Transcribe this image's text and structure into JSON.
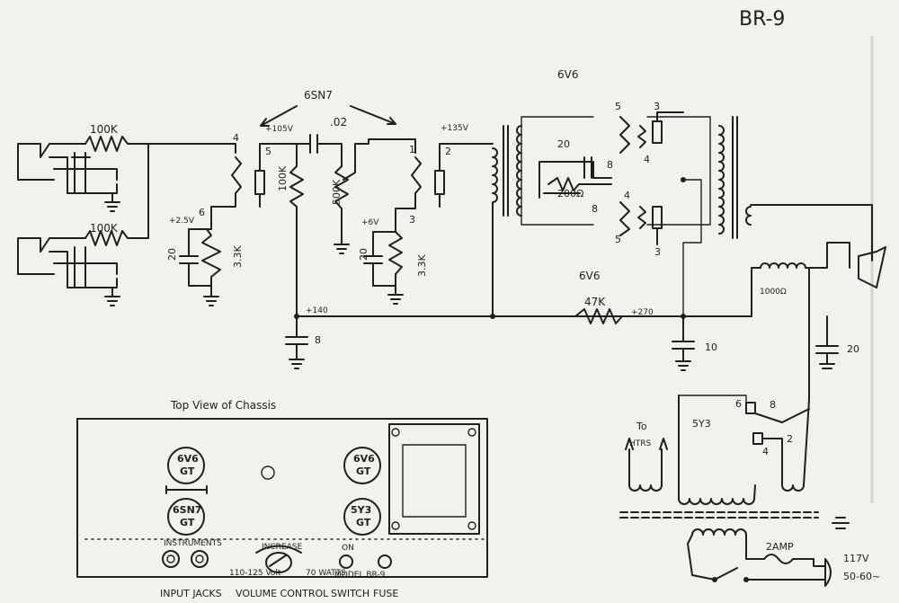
{
  "labels": {
    "title": "BR-9",
    "tube_6sn7": "6SN7",
    "tube_6v6_top": "6V6",
    "tube_6v6_bottom": "6V6",
    "tube_5y3": "5Y3",
    "r_100k_1": "100K",
    "r_100k_2": "100K",
    "r_100k_plate": "100K",
    "r_500k": "500K",
    "r_3_3k_a": "3.3K",
    "r_3_3k_b": "3.3K",
    "r_47k": "47K",
    "r_200": "200Ω",
    "r_1000": "1000Ω",
    "cap_02": ".02",
    "cap_20_a": "20",
    "cap_20_b": "20",
    "cap_20_c": "20",
    "cap_20_d": "20",
    "cap_8": "8",
    "cap_10": "10",
    "v_105": "+105V",
    "v_135": "+135V",
    "v_2_5": "+2.5V",
    "v_6": "+6V",
    "v_140": "+140",
    "v_270": "+270",
    "pin_1": "1",
    "pin_2": "2",
    "pin_3": "3",
    "pin_4": "4",
    "pin_5": "5",
    "pin_6": "6",
    "pin_8_upper": "8",
    "pin_8_lower": "8",
    "pin_5_upper": "5",
    "pin_3_upper": "3",
    "pin_4_upper": "4",
    "pin_4_lower": "4",
    "pin_5_lower": "5",
    "pin_3_lower": "3",
    "pin_6_rect": "6",
    "pin_8_rect": "8",
    "pin_2_rect": "2",
    "pin_4_rect": "4",
    "to": "To",
    "htrs": "HTRS",
    "fuse_2amp": "2AMP",
    "v_117": "117V",
    "hz_50_60": "50-60~",
    "chassis_title": "Top View of Chassis"
  },
  "chassis": {
    "tube_6v6_left": "6V6",
    "tube_6v6_right": "6V6",
    "tube_6sn7": "6SN7",
    "tube_5y3": "5Y3",
    "gt": "GT",
    "instruments": "INSTRUMENTS",
    "increase": "INCREASE",
    "voltage": "110-125 Volt",
    "watts": "70 WATTS",
    "on": "ON",
    "model": "MODEL BR-9"
  },
  "captions": {
    "input_jacks": "INPUT JACKS",
    "volume_control": "VOLUME CONTROL",
    "switch": "SWITCH",
    "fuse": "FUSE"
  },
  "colors": {
    "paper": "#f2f1ec",
    "ink": "#1f1f1f"
  }
}
